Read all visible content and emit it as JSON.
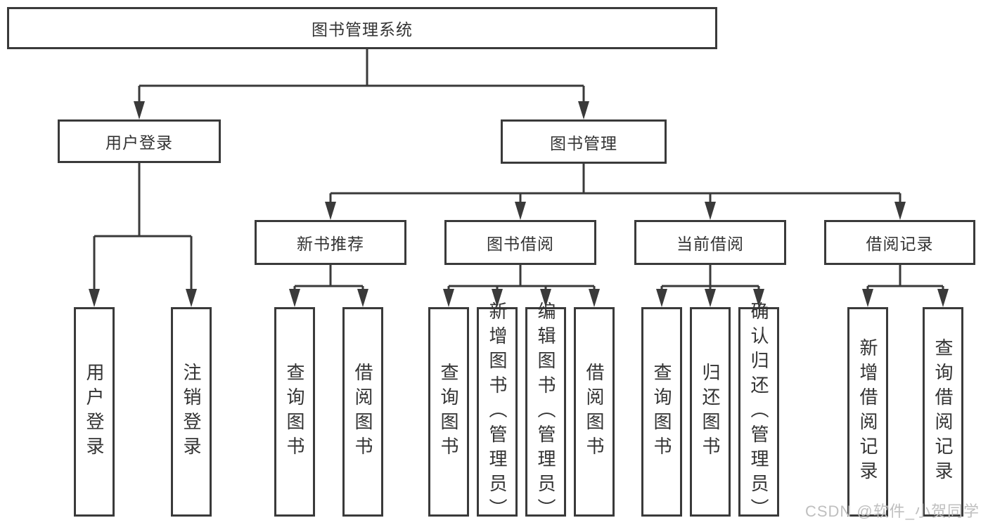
{
  "diagram": {
    "root": {
      "label": "图书管理系统"
    },
    "level2": [
      {
        "label": "用户登录"
      },
      {
        "label": "图书管理"
      }
    ],
    "level3": [
      {
        "label": "新书推荐"
      },
      {
        "label": "图书借阅"
      },
      {
        "label": "当前借阅"
      },
      {
        "label": "借阅记录"
      }
    ],
    "leaves": [
      {
        "label": "用户登录"
      },
      {
        "label": "注销登录"
      },
      {
        "label": "查询图书"
      },
      {
        "label": "借阅图书"
      },
      {
        "label": "查询图书"
      },
      {
        "label": "新增图书（管理员）"
      },
      {
        "label": "编辑图书（管理员）"
      },
      {
        "label": "借阅图书"
      },
      {
        "label": "查询图书"
      },
      {
        "label": "归还图书"
      },
      {
        "label": "确认归还（管理员）"
      },
      {
        "label": "新增借阅记录"
      },
      {
        "label": "查询借阅记录"
      }
    ],
    "colors": {
      "line": "#3a3a3a",
      "text": "#333333",
      "watermark": "#bfbfbf"
    }
  },
  "watermark": {
    "text": "CSDN @软件_小贺同学"
  }
}
